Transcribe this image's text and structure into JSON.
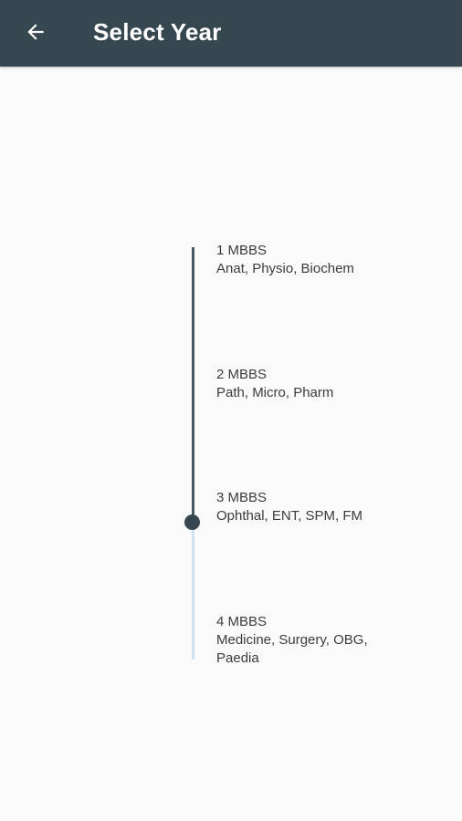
{
  "app_bar": {
    "title": "Select Year",
    "back_icon": "arrow-back-icon",
    "background": "#37474f"
  },
  "timeline": {
    "completed_color": "#455a64",
    "pending_color": "#cfe3ee",
    "current_index": 2,
    "items": [
      {
        "name": "1 MBBS",
        "subjects": "Anat, Physio, Biochem"
      },
      {
        "name": "2 MBBS",
        "subjects": "Path, Micro, Pharm"
      },
      {
        "name": "3 MBBS",
        "subjects": "Ophthal, ENT, SPM, FM"
      },
      {
        "name": "4 MBBS",
        "subjects": "Medicine, Surgery, OBG, Paedia"
      }
    ]
  }
}
